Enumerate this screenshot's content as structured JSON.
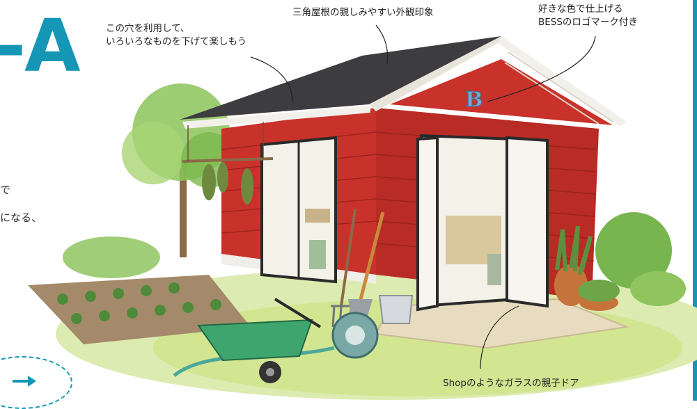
{
  "title_fragment": "-A",
  "side_text": [
    "で",
    "になる、"
  ],
  "annotations": {
    "hole": [
      "この穴を利用して、",
      "いろいろなものを下げて楽しもう"
    ],
    "roof": [
      "三角屋根の親しみやすい外観印象"
    ],
    "logo": [
      "好きな色で仕上げる",
      "BESSのロゴマーク付き"
    ],
    "door": [
      "Shopのようなガラスの親子ドア"
    ]
  },
  "logo_letter": "B",
  "colors": {
    "accent": "#1596b4",
    "wall": "#c8322a",
    "roof": "#3d3d40",
    "trim": "#f2f0ea",
    "grass": "#cfe38a"
  },
  "icons": {
    "next": "arrow-right-icon"
  }
}
